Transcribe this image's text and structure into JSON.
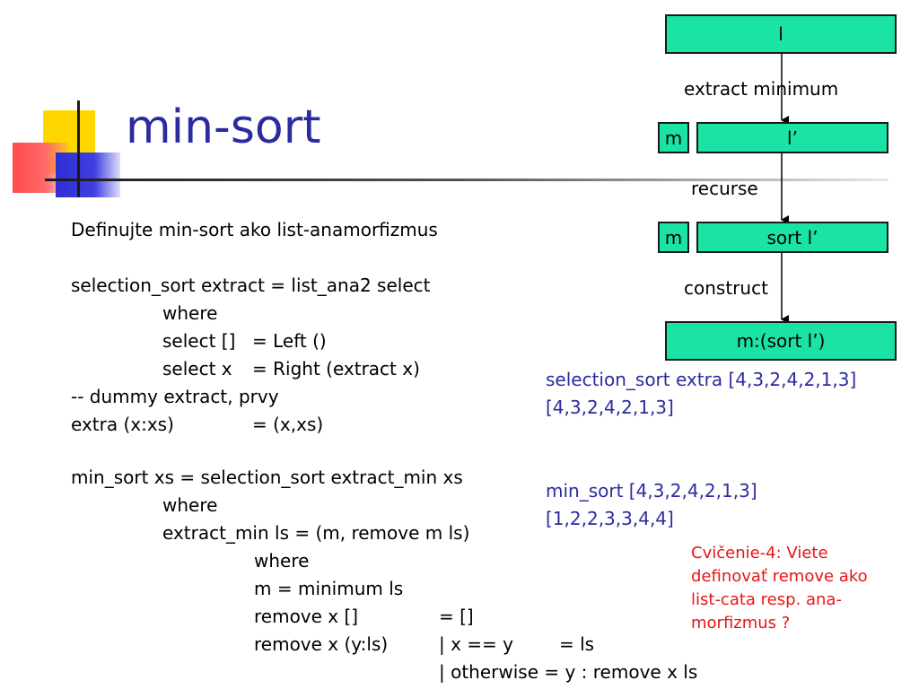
{
  "slide": {
    "title": "min-sort",
    "code": [
      "Definujte min-sort ako list-anamorfizmus",
      "selection_sort extract = list_ana2 select",
      "where",
      "select [] ",
      "= Left ()",
      "select x ",
      "= Right (extract x)",
      "-- dummy extract, prvy",
      "extra (x:xs) ",
      "= (x,xs)",
      "min_sort xs = selection_sort extract_min xs",
      "where",
      "extract_min ls = (m, remove m ls)",
      "where",
      "m = minimum ls",
      "remove x [] ",
      "= []",
      "remove x (y:ls) ",
      "| x == y ",
      "= ls",
      "| otherwise = y : remove x ls"
    ],
    "diagram": {
      "box_l": "l",
      "label_extract": "extract minimum",
      "box_m1": "m",
      "box_lprime": "l’",
      "label_recurse": "recurse",
      "box_m2": "m",
      "box_sort": "sort l’",
      "label_construct": "construct",
      "box_result": "m:(sort l’)"
    },
    "examples": {
      "ex1_call": "selection_sort extra [4,3,2,4,2,1,3]",
      "ex1_result": "[4,3,2,4,2,1,3]",
      "ex2_call": "min_sort [4,3,2,4,2,1,3]",
      "ex2_result": "[1,2,2,3,3,4,4]"
    },
    "exercise": [
      "Cvičenie-4: Viete",
      "definovať remove ako",
      "list-cata resp. ana-",
      "morfizmus ?"
    ],
    "colors": {
      "title": "#2b2ba0",
      "box_fill": "#1ae3a5",
      "example_text": "#2b2ba0",
      "exercise_text": "#e81515"
    }
  }
}
